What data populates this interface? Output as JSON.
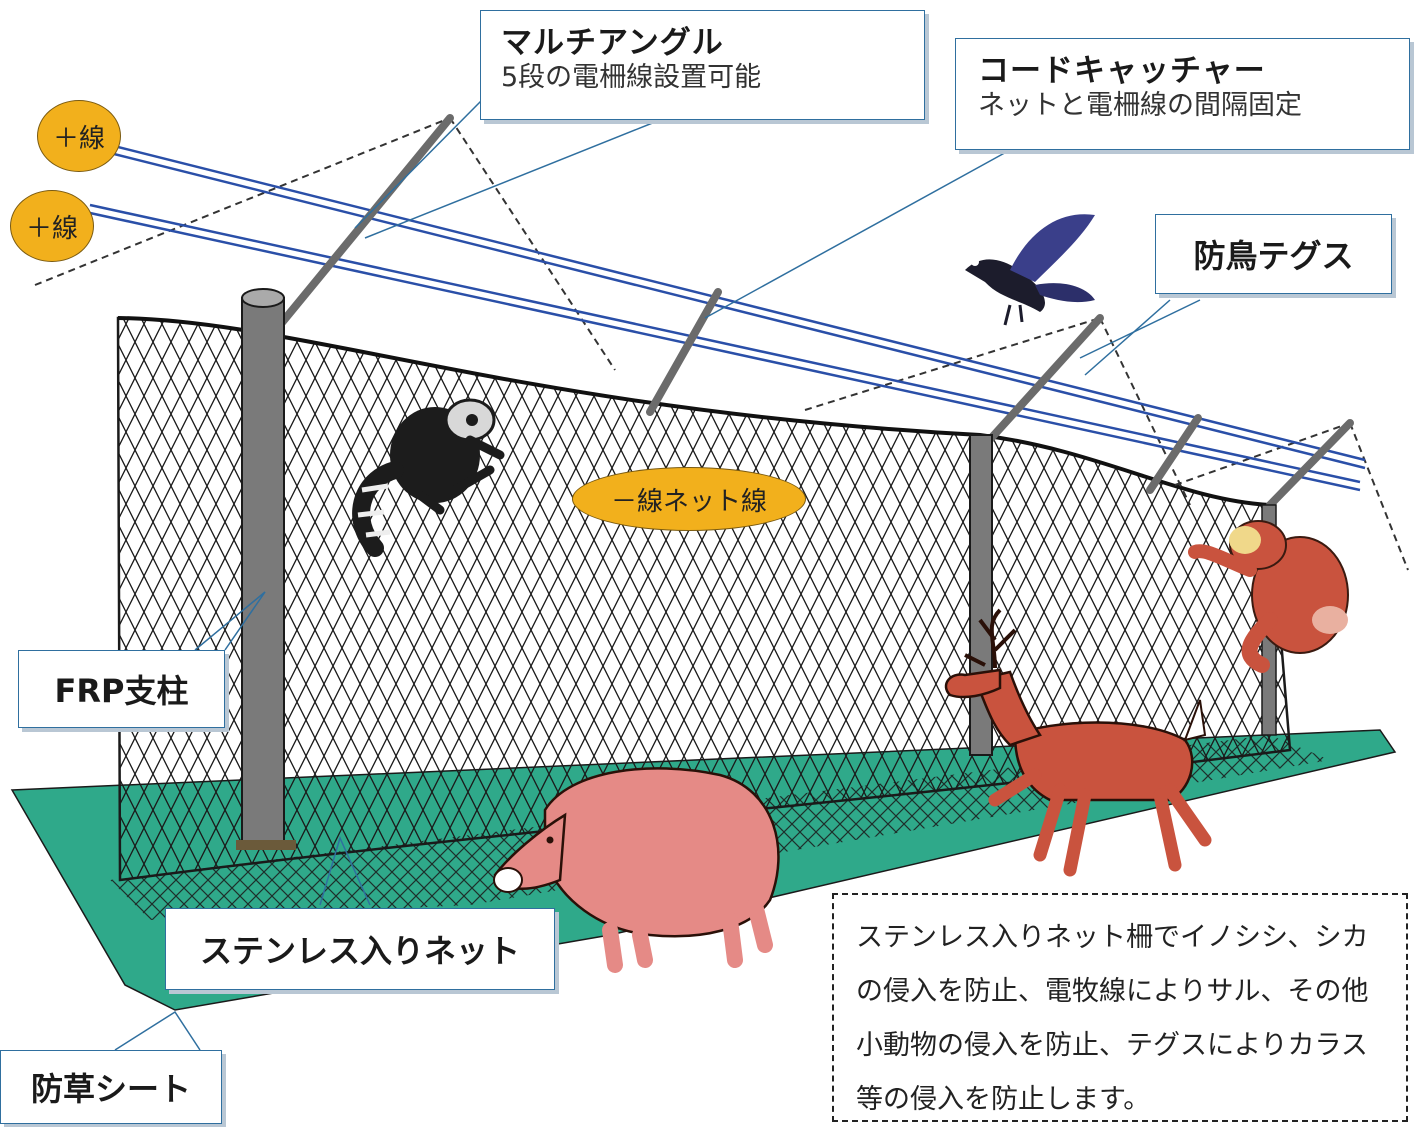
{
  "callouts": {
    "multi_angle": {
      "title": "マルチアングル",
      "sub": "5段の電柵線設置可能"
    },
    "cord_catcher": {
      "title": "コードキャッチャー",
      "sub": "ネットと電柵線の間隔固定"
    },
    "bird_line": "防鳥テグス",
    "frp_post": "FRP支柱",
    "stainless_net": "ステンレス入りネット",
    "weed_sheet": "防草シート"
  },
  "badges": {
    "plus_wire_1": "＋線",
    "plus_wire_2": "＋線",
    "minus_net": "－線ネット線"
  },
  "explanation": "ステンレス入りネット柵でイノシシ、シカの侵入を防止、電牧線によりサル、その他小動物の侵入を防止、テグスによりカラス等の侵入を防止します。",
  "colors": {
    "wire": "#2a4fa8",
    "net": "#1a1a1a",
    "sheet": "#2fa98a",
    "badge": "#f2b01c",
    "boar": "#e58a86",
    "deer": "#c9533e",
    "monkey": "#c9533e"
  }
}
